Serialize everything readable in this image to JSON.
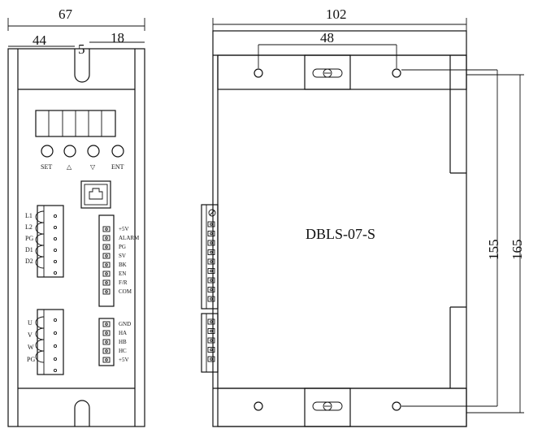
{
  "dimensions": {
    "total_width_left": "67",
    "left_offset": "44",
    "slot_width": "5",
    "right_offset": "18",
    "total_width_right": "102",
    "hole_spacing": "48",
    "inner_height": "155",
    "total_height": "165"
  },
  "keypad": {
    "buttons": [
      "SET",
      "△",
      "▽",
      "ENT"
    ]
  },
  "power_connector": {
    "labels": [
      "L1",
      "L2",
      "PG",
      "D1",
      "D2"
    ]
  },
  "motor_connector": {
    "labels": [
      "U",
      "V",
      "W",
      "PG"
    ]
  },
  "signal_connector": {
    "labels": [
      "+5V",
      "ALARM",
      "PG",
      "SV",
      "BK",
      "EN",
      "F/R",
      "COM"
    ]
  },
  "hall_connector": {
    "labels": [
      "GND",
      "HA",
      "HB",
      "HC",
      "+5V"
    ]
  },
  "model_label": "DBLS-07-S",
  "colors": {
    "line": "#111111",
    "background": "#ffffff"
  }
}
